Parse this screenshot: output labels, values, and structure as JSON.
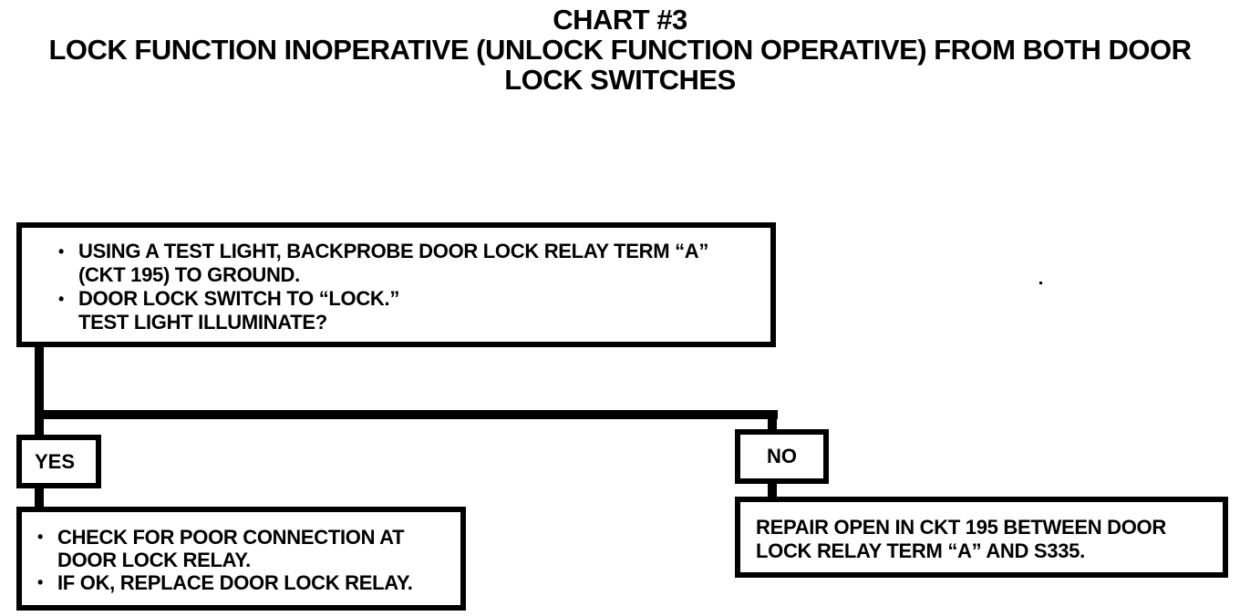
{
  "colors": {
    "ink": "#000000",
    "paper": "#ffffff"
  },
  "title": {
    "line1": "CHART #3",
    "line2": "LOCK FUNCTION INOPERATIVE (UNLOCK FUNCTION OPERATIVE) FROM BOTH DOOR",
    "line3": "LOCK SWITCHES"
  },
  "flowchart": {
    "question_box": {
      "lines": [
        {
          "bullet": "•",
          "text": "USING A TEST LIGHT, BACKPROBE DOOR LOCK RELAY TERM “A”"
        },
        {
          "bullet": "",
          "text": "(CKT 195) TO GROUND."
        },
        {
          "bullet": "•",
          "text": "DOOR LOCK SWITCH TO “LOCK.”"
        },
        {
          "bullet": "",
          "text": "TEST LIGHT ILLUMINATE?"
        }
      ]
    },
    "branches": {
      "yes_label": "YES",
      "no_label": "NO"
    },
    "yes_result_box": {
      "lines": [
        {
          "bullet": "•",
          "text": "CHECK FOR POOR CONNECTION AT"
        },
        {
          "bullet": "",
          "text": "DOOR LOCK RELAY."
        },
        {
          "bullet": "•",
          "text": "IF OK, REPLACE DOOR LOCK RELAY."
        }
      ]
    },
    "no_result_box": {
      "lines": [
        {
          "bullet": "",
          "text": "REPAIR OPEN IN CKT 195 BETWEEN DOOR"
        },
        {
          "bullet": "",
          "text": "LOCK RELAY TERM “A” AND S335."
        }
      ]
    }
  }
}
